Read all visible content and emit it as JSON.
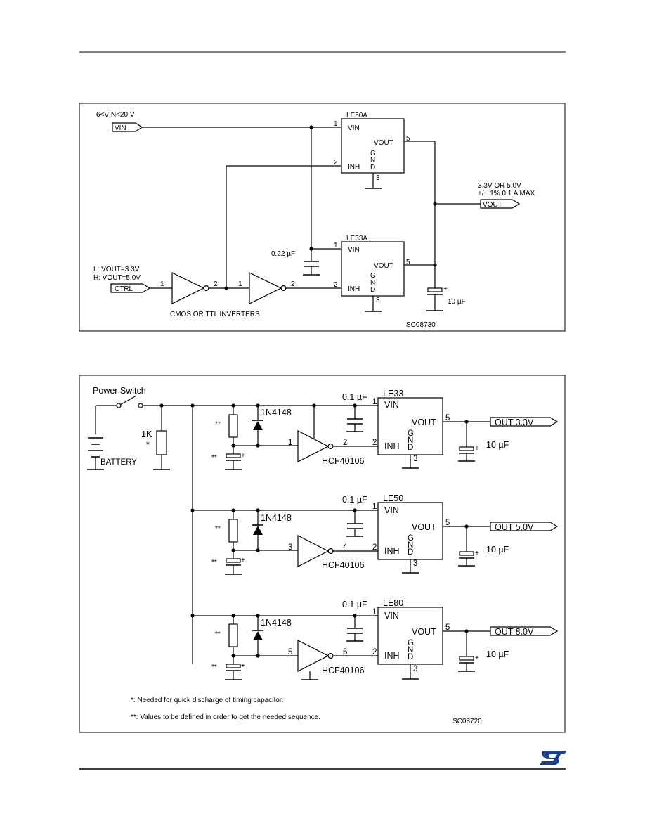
{
  "figure1": {
    "vin_range": "6<VIN<20  V",
    "vin_port": "VIN",
    "ctrl_port": "CTRL",
    "ctrl_low": "L: VOUT=3.3V",
    "ctrl_high": "H: VOUT=5.0V",
    "inverters_label": "CMOS  OR  TTL  INVERTERS",
    "cap_input": "0.22 µF",
    "cap_output": "10 µF",
    "vout_port": "VOUT",
    "vout_spec_line1": "3.3V  OR  5.0V",
    "vout_spec_line2": "+/−  1%  0.1  A  MAX",
    "reg_top": "LE50A",
    "reg_bottom": "LE33A",
    "pin_vin": "VIN",
    "pin_vout": "VOUT",
    "pin_inh": "INH",
    "pin_gnd": [
      "G",
      "N",
      "D"
    ],
    "pin_numbers": {
      "vin": "1",
      "inh": "2",
      "gnd": "3",
      "vout": "5"
    },
    "inv_pins": {
      "a_in": "1",
      "a_out": "2",
      "b_in": "1",
      "b_out": "2"
    },
    "code": "SC08730"
  },
  "figure2": {
    "power_switch": "Power Switch",
    "battery": "BATTERY",
    "resistor": "1K",
    "resistor_mark": "*",
    "double_mark": "**",
    "diode": "1N4148",
    "inverter": "HCF40106",
    "cap_input": "0.1 µF",
    "cap_output": "10 µF",
    "pin_vin": "VIN",
    "pin_vout": "VOUT",
    "pin_inh": "INH",
    "pin_gnd": [
      "G",
      "N",
      "D"
    ],
    "pin_numbers": {
      "vin": "1",
      "inh": "2",
      "gnd": "3",
      "vout": "5"
    },
    "stages": [
      {
        "regulator": "LE33",
        "output": "OUT  3.3V",
        "inv_in": "1",
        "inv_out": "2"
      },
      {
        "regulator": "LE50",
        "output": "OUT  5.0V",
        "inv_in": "3",
        "inv_out": "4"
      },
      {
        "regulator": "LE80",
        "output": "OUT  8.0V",
        "inv_in": "5",
        "inv_out": "6"
      }
    ],
    "note1": "*:  Needed  for  quick  discharge  of  timing  capacitor.",
    "note2": "**:  Values  to  be  defined  in  order  to  get  the  needed  sequence.",
    "code": "SC08720"
  },
  "colors": {
    "ink": "#000000",
    "logo": "#1b3f8b"
  },
  "icons": [
    "st-logo"
  ]
}
